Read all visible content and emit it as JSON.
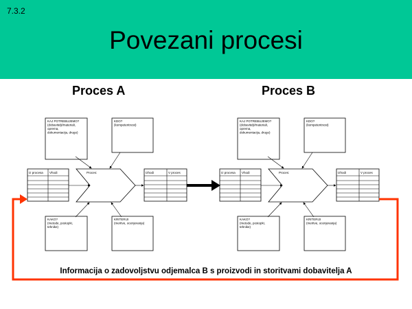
{
  "slide_number": "7.3.2",
  "title": "Povezani procesi",
  "process_a": "Proces A",
  "process_b": "Proces B",
  "boxes": {
    "what": [
      "KAJ POTREBUJEMO?",
      "(dobavitelji/materiali,",
      "oprema,",
      "dokumentacija, drugo)"
    ],
    "who": [
      "KDO?",
      "(kompetentnost)"
    ],
    "how": [
      "KAKO?",
      "(metode, postopki,",
      "tehnike)"
    ],
    "criteria": [
      "KRITERIJI",
      "(meritve, ocenjevanja)"
    ]
  },
  "table_in": [
    "Iz procesa",
    "Vhodi"
  ],
  "table_out": [
    "Izhodi",
    "V proces"
  ],
  "process_label": "Proces:",
  "caption": "Informacija o zadovoljstvu odjemalca B s proizvodi in storitvami dobavitelja A",
  "colors": {
    "header": "#00c896",
    "feedback": "#ff3300"
  }
}
